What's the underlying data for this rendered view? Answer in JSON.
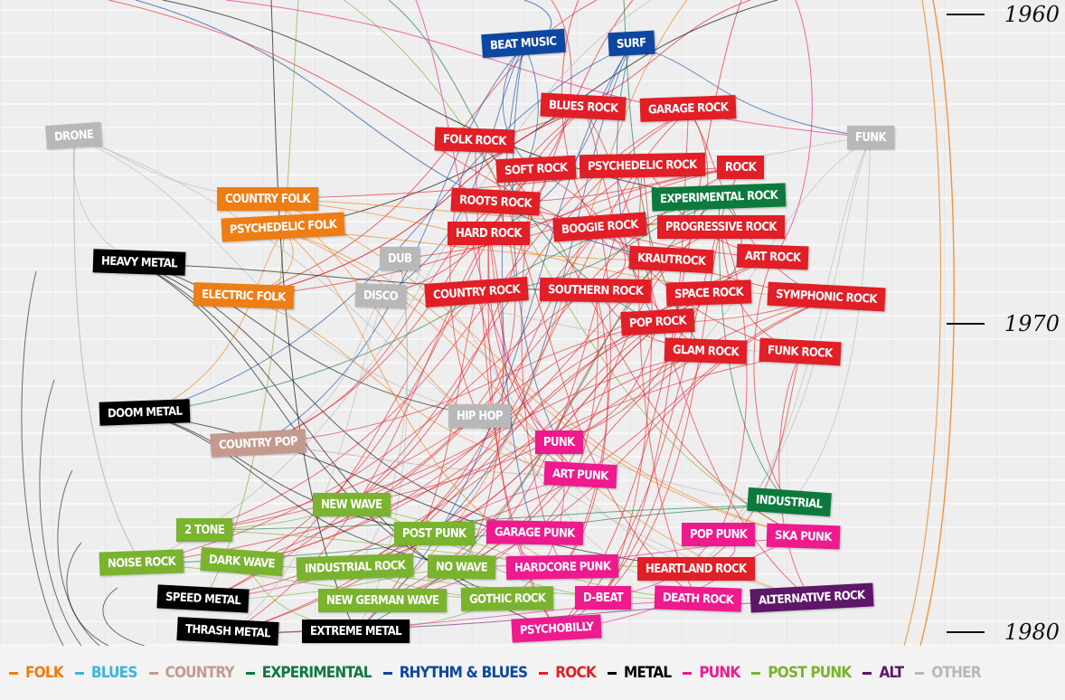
{
  "colors": {
    "folk": "#ee7d14",
    "blues": "#3eb4d9",
    "country": "#c49a8f",
    "experimental": "#0c7a3c",
    "rnb": "#0d47a1",
    "rock": "#e21e26",
    "metal": "#000000",
    "punk": "#ee1a8e",
    "postpunk": "#7ab32e",
    "alt": "#5e1669",
    "other": "#b8b8b8"
  },
  "decades": [
    {
      "key": "1960",
      "label": "1960"
    },
    {
      "key": "1970",
      "label": "1970"
    },
    {
      "key": "1980",
      "label": "1980"
    }
  ],
  "legend": [
    {
      "key": "folk",
      "label": "Folk"
    },
    {
      "key": "blues",
      "label": "Blues"
    },
    {
      "key": "country",
      "label": "Country"
    },
    {
      "key": "experimental",
      "label": "Experimental"
    },
    {
      "key": "rnb",
      "label": "Rhythm & Blues"
    },
    {
      "key": "rock",
      "label": "Rock"
    },
    {
      "key": "metal",
      "label": "Metal"
    },
    {
      "key": "punk",
      "label": "Punk"
    },
    {
      "key": "postpunk",
      "label": "Post Punk"
    },
    {
      "key": "alt",
      "label": "Alt"
    },
    {
      "key": "other",
      "label": "Other"
    }
  ],
  "genres": [
    {
      "id": "beatmusic",
      "label": "Beat Music",
      "cat": "rnb"
    },
    {
      "id": "surf",
      "label": "Surf",
      "cat": "rnb"
    },
    {
      "id": "bluesrock",
      "label": "Blues Rock",
      "cat": "rock"
    },
    {
      "id": "garagerock",
      "label": "Garage Rock",
      "cat": "rock"
    },
    {
      "id": "drone",
      "label": "Drone",
      "cat": "other"
    },
    {
      "id": "funk",
      "label": "Funk",
      "cat": "other"
    },
    {
      "id": "folkrock",
      "label": "Folk Rock",
      "cat": "rock"
    },
    {
      "id": "softrock",
      "label": "Soft Rock",
      "cat": "rock"
    },
    {
      "id": "psychedelicrock",
      "label": "Psychedelic Rock",
      "cat": "rock"
    },
    {
      "id": "rock",
      "label": "Rock",
      "cat": "rock"
    },
    {
      "id": "countryfolk",
      "label": "Country Folk",
      "cat": "folk"
    },
    {
      "id": "rootsrock",
      "label": "Roots Rock",
      "cat": "rock"
    },
    {
      "id": "experimentalrock",
      "label": "Experimental Rock",
      "cat": "experimental"
    },
    {
      "id": "psychedelicfolk",
      "label": "Psychedelic Folk",
      "cat": "folk"
    },
    {
      "id": "boogierock",
      "label": "Boogie Rock",
      "cat": "rock"
    },
    {
      "id": "progressiverock",
      "label": "Progressive Rock",
      "cat": "rock"
    },
    {
      "id": "hardrock",
      "label": "Hard Rock",
      "cat": "rock"
    },
    {
      "id": "heavymetal",
      "label": "Heavy Metal",
      "cat": "metal"
    },
    {
      "id": "dub",
      "label": "Dub",
      "cat": "other"
    },
    {
      "id": "krautrock",
      "label": "Krautrock",
      "cat": "rock"
    },
    {
      "id": "artrock",
      "label": "Art Rock",
      "cat": "rock"
    },
    {
      "id": "electricfolk",
      "label": "Electric Folk",
      "cat": "folk"
    },
    {
      "id": "disco",
      "label": "Disco",
      "cat": "other"
    },
    {
      "id": "countryrock",
      "label": "Country Rock",
      "cat": "rock"
    },
    {
      "id": "southernrock",
      "label": "Southern Rock",
      "cat": "rock"
    },
    {
      "id": "spacerock",
      "label": "Space Rock",
      "cat": "rock"
    },
    {
      "id": "symphonicrock",
      "label": "Symphonic Rock",
      "cat": "rock"
    },
    {
      "id": "poprock",
      "label": "Pop Rock",
      "cat": "rock"
    },
    {
      "id": "glamrock",
      "label": "Glam Rock",
      "cat": "rock"
    },
    {
      "id": "funkrock",
      "label": "Funk Rock",
      "cat": "rock"
    },
    {
      "id": "doommetal",
      "label": "Doom Metal",
      "cat": "metal"
    },
    {
      "id": "hiphop",
      "label": "Hip Hop",
      "cat": "other"
    },
    {
      "id": "countrypop",
      "label": "Country Pop",
      "cat": "country"
    },
    {
      "id": "punk",
      "label": "Punk",
      "cat": "punk"
    },
    {
      "id": "artpunk",
      "label": "Art Punk",
      "cat": "punk"
    },
    {
      "id": "newwave",
      "label": "New Wave",
      "cat": "postpunk"
    },
    {
      "id": "industrial",
      "label": "Industrial",
      "cat": "experimental"
    },
    {
      "id": "twotone",
      "label": "2 Tone",
      "cat": "postpunk"
    },
    {
      "id": "postpunk",
      "label": "Post Punk",
      "cat": "postpunk"
    },
    {
      "id": "garagepunk",
      "label": "Garage Punk",
      "cat": "punk"
    },
    {
      "id": "poppunk",
      "label": "Pop Punk",
      "cat": "punk"
    },
    {
      "id": "skapunk",
      "label": "Ska Punk",
      "cat": "punk"
    },
    {
      "id": "noiserock",
      "label": "Noise Rock",
      "cat": "postpunk"
    },
    {
      "id": "darkwave",
      "label": "Dark Wave",
      "cat": "postpunk"
    },
    {
      "id": "industrialrock",
      "label": "Industrial Rock",
      "cat": "postpunk"
    },
    {
      "id": "nowave",
      "label": "No Wave",
      "cat": "postpunk"
    },
    {
      "id": "hardcorepunk",
      "label": "Hardcore Punk",
      "cat": "punk"
    },
    {
      "id": "heartlandrock",
      "label": "Heartland Rock",
      "cat": "rock"
    },
    {
      "id": "speedmetal",
      "label": "Speed Metal",
      "cat": "metal"
    },
    {
      "id": "newgermanwave",
      "label": "New German Wave",
      "cat": "postpunk"
    },
    {
      "id": "gothicrock",
      "label": "Gothic Rock",
      "cat": "postpunk"
    },
    {
      "id": "dbeat",
      "label": "D-Beat",
      "cat": "punk"
    },
    {
      "id": "deathrock",
      "label": "Death Rock",
      "cat": "punk"
    },
    {
      "id": "alternativerock",
      "label": "Alternative Rock",
      "cat": "alt"
    },
    {
      "id": "thrashmetal",
      "label": "Thrash Metal",
      "cat": "metal"
    },
    {
      "id": "extrememetal",
      "label": "Extreme Metal",
      "cat": "metal"
    },
    {
      "id": "psychobilly",
      "label": "Psychobilly",
      "cat": "punk"
    }
  ]
}
